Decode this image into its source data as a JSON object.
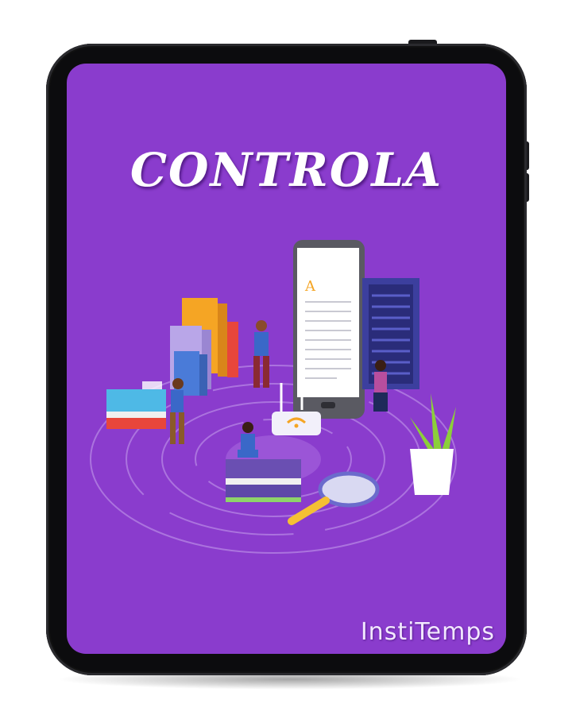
{
  "title": "CONTROLA",
  "brand": "InstiTemps",
  "colors": {
    "screen_bg": "#8a3ccd",
    "device_frame": "#0c0c0e",
    "title_text": "#ffffff"
  },
  "illustration": {
    "elements": [
      "book-stack-icon",
      "smartphone-icon",
      "server-rack-icon",
      "wifi-router-icon",
      "magnifier-icon",
      "plant-icon",
      "person-figures"
    ]
  }
}
